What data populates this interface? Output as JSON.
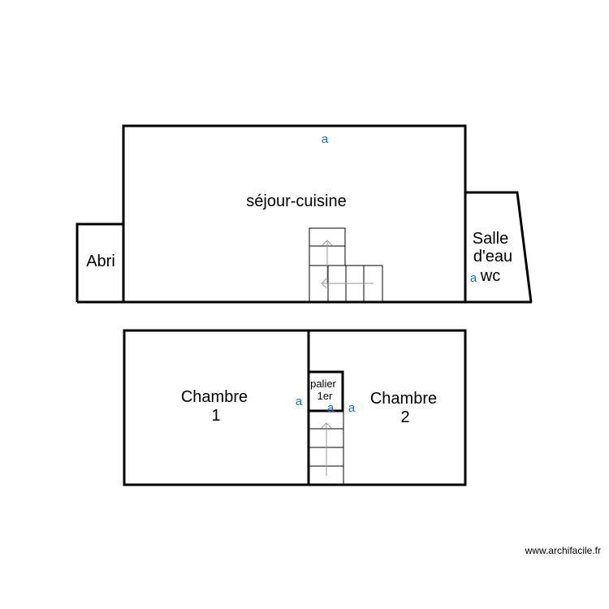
{
  "rooms": {
    "sejour": "séjour-cuisine",
    "abri": "Abri",
    "salle_line1": "Salle",
    "salle_line2": "d'eau",
    "wc": "wc",
    "chambre1_line1": "Chambre",
    "chambre1_line2": "1",
    "chambre2_line1": "Chambre",
    "chambre2_line2": "2",
    "palier_line1": "palier",
    "palier_line2": "1er"
  },
  "markers": {
    "symbol": "a",
    "color": "#1a73c9"
  },
  "watermark": "www.archifacile.fr"
}
